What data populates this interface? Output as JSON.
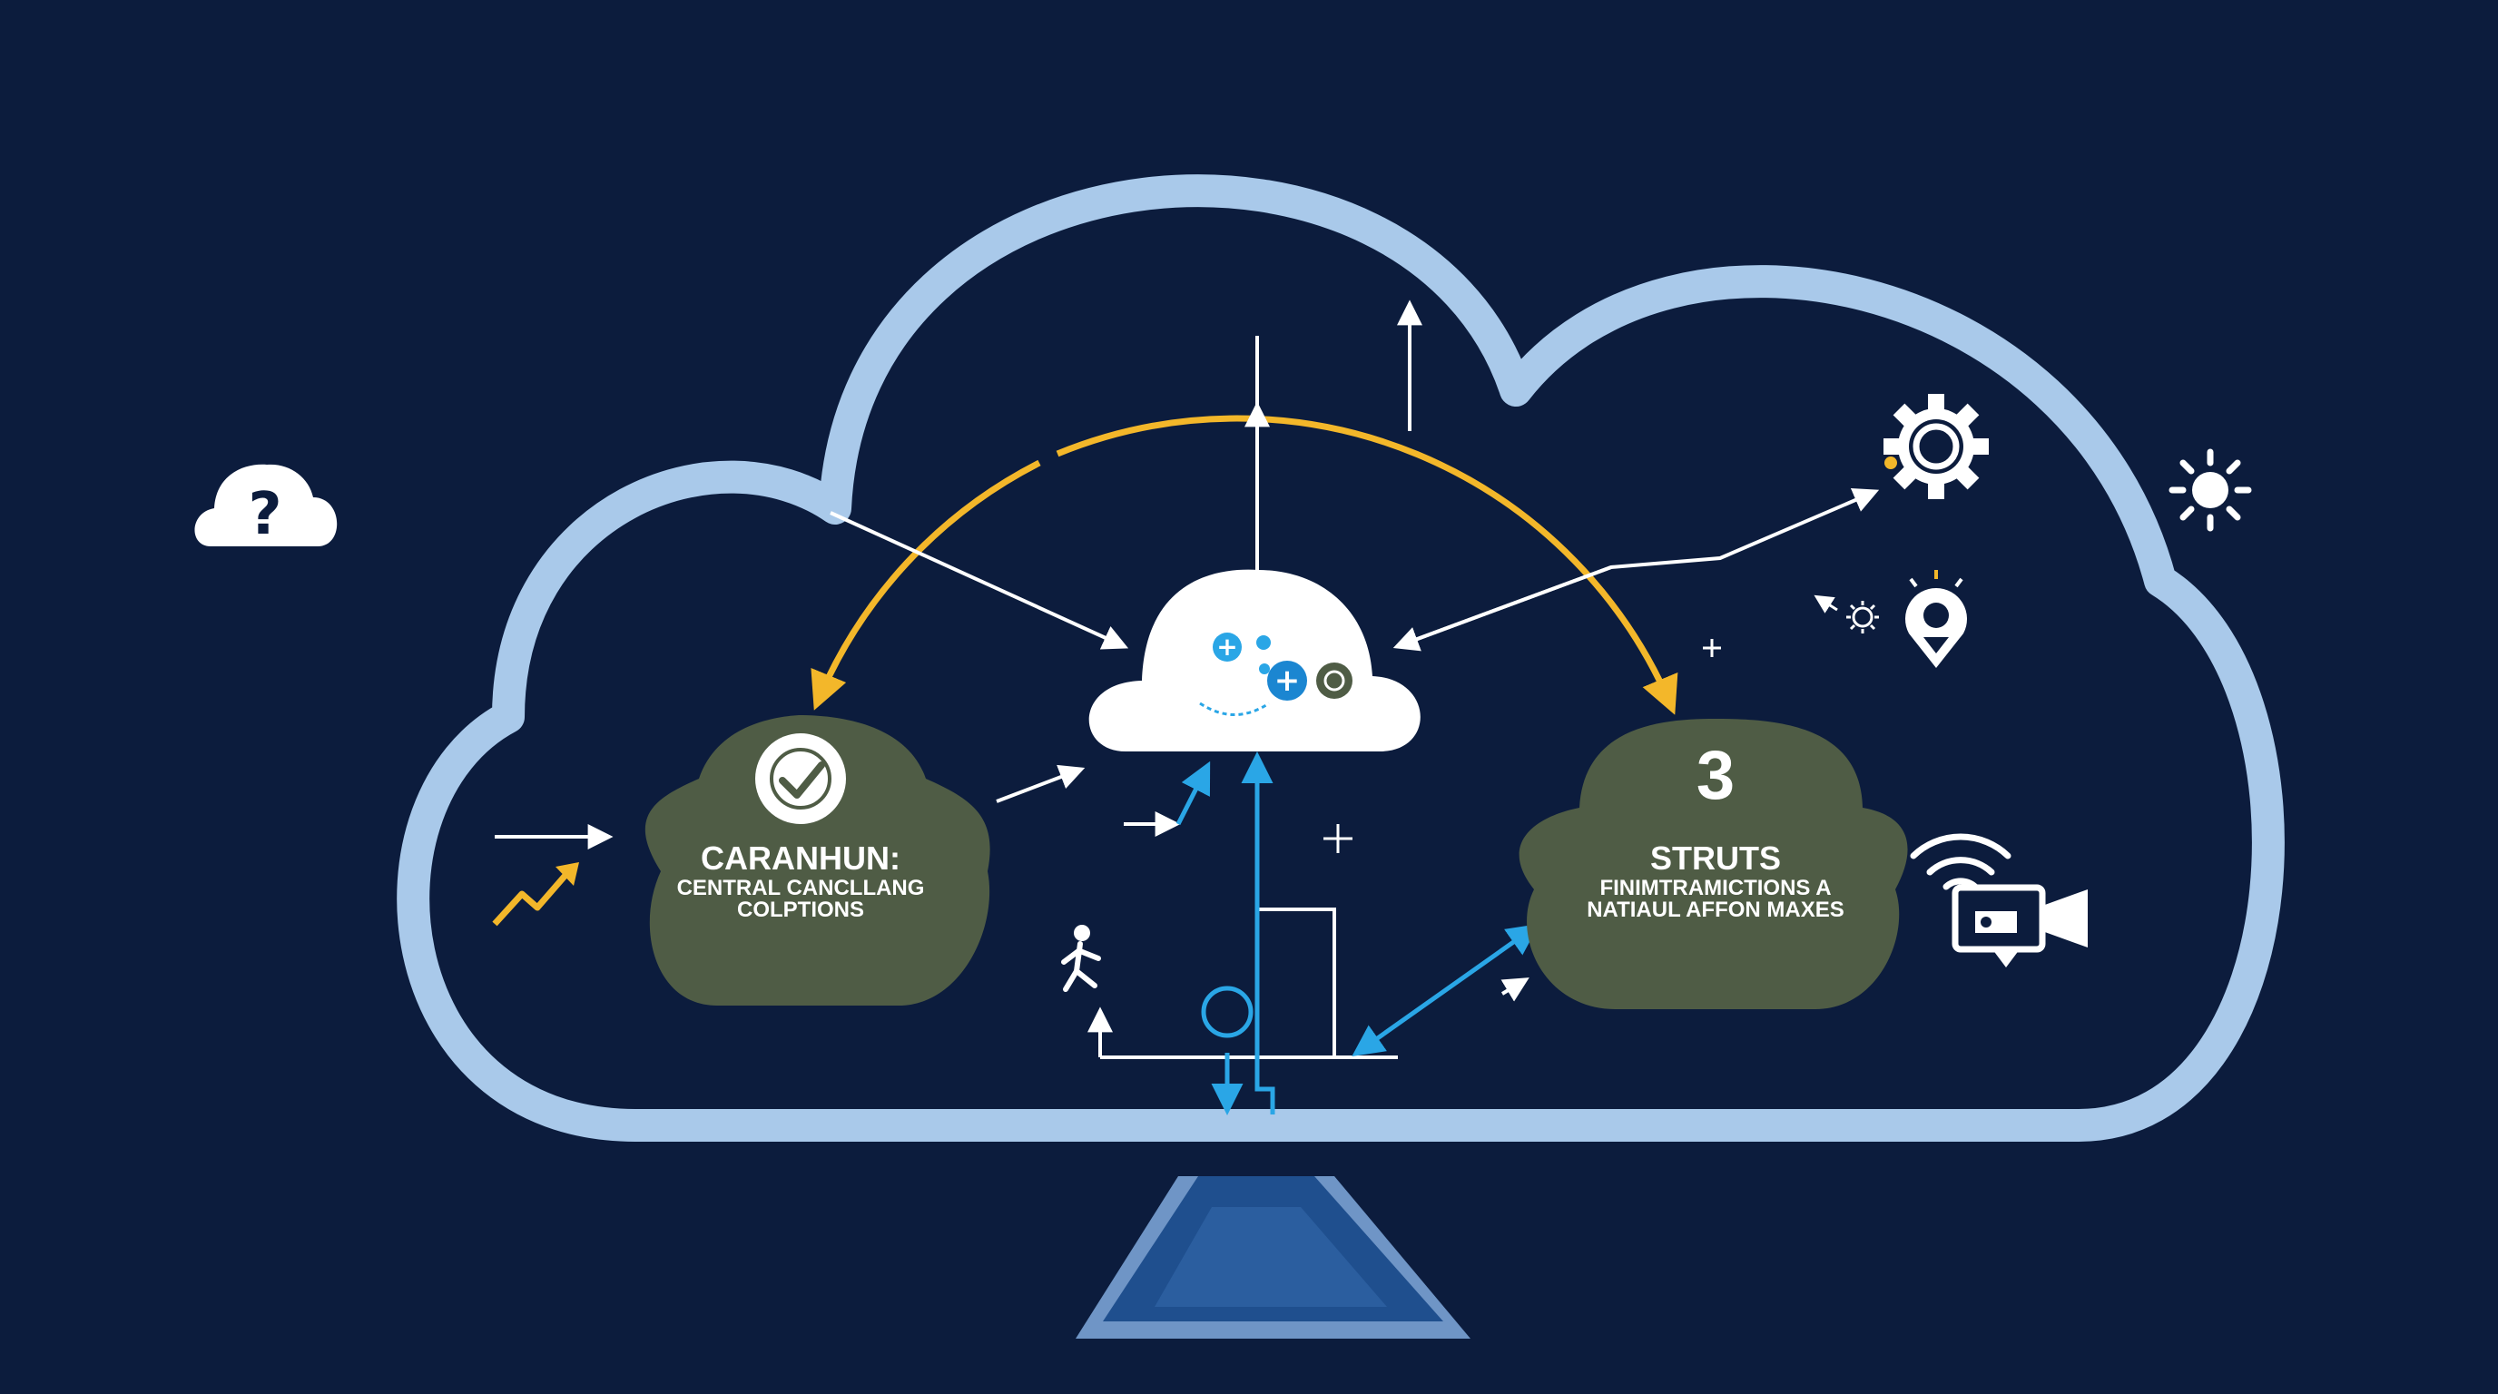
{
  "colors": {
    "background": "#0c1c3d",
    "cloud_outline": "#a9c9ea",
    "stand": "#1f4f8e",
    "node_fill": "#4f5c45",
    "arc": "#f3b72a",
    "flow": "#2aa6e6",
    "line": "#ffffff"
  },
  "left_node": {
    "title": "CARANHUN:",
    "line1": "CENTRAL CANCLLANG",
    "line2": "COLPTIONS",
    "icon": "checkmark-badge-icon"
  },
  "right_node": {
    "number": "3",
    "title": "STRUTS",
    "line1": "FINIMTRAMICTIONS A",
    "line2": "NATIAUL AFFON MAXES"
  },
  "question_badge": {
    "symbol": "?"
  },
  "icons": {
    "top_right_gear": "gear-icon",
    "far_right_sun": "sun-icon",
    "small_gear": "small-gear-icon",
    "location_pin": "location-pin-icon",
    "wifi": "wifi-icon",
    "camera": "video-camera-icon",
    "person": "walking-person-icon",
    "trend": "trend-arrow-icon",
    "center_symbols": "plus-circle-icons"
  }
}
